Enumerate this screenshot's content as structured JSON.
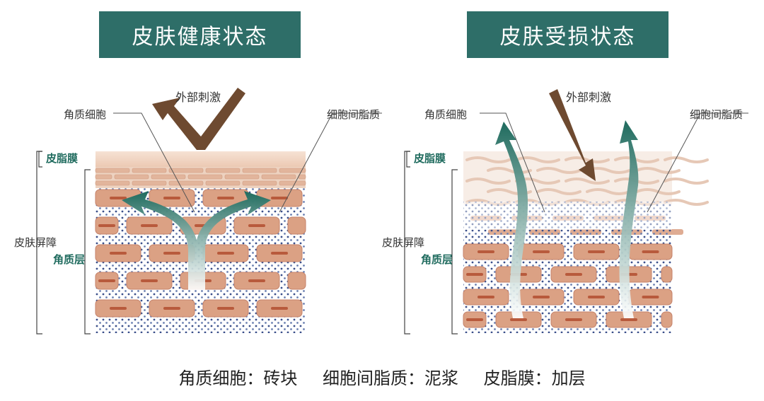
{
  "healthy": {
    "title": "皮肤健康状态",
    "labels": {
      "stimulus": "外部刺激",
      "corneocyte": "角质细胞",
      "lipid": "细胞间脂质",
      "sebum": "皮脂膜",
      "barrier": "皮肤屏障",
      "stratum": "角质层"
    }
  },
  "damaged": {
    "title": "皮肤受损状态",
    "labels": {
      "stimulus": "外部刺激",
      "corneocyte": "角质细胞",
      "lipid": "细胞间脂质",
      "sebum": "皮脂膜",
      "barrier": "皮肤屏障",
      "stratum": "角质层"
    }
  },
  "caption": {
    "part1": "角质细胞：砖块",
    "part2": "细胞间脂质：泥浆",
    "part3": "皮脂膜：加层"
  },
  "colors": {
    "title_bg": "#2e6e68",
    "brick": "#dba184",
    "brick_edge": "#c4826a",
    "lipid_dot": "#3a4f8a",
    "arrow_brown": "#6e4a30",
    "arrow_teal": "#1f6b5e",
    "label_green": "#1f6b5e"
  }
}
